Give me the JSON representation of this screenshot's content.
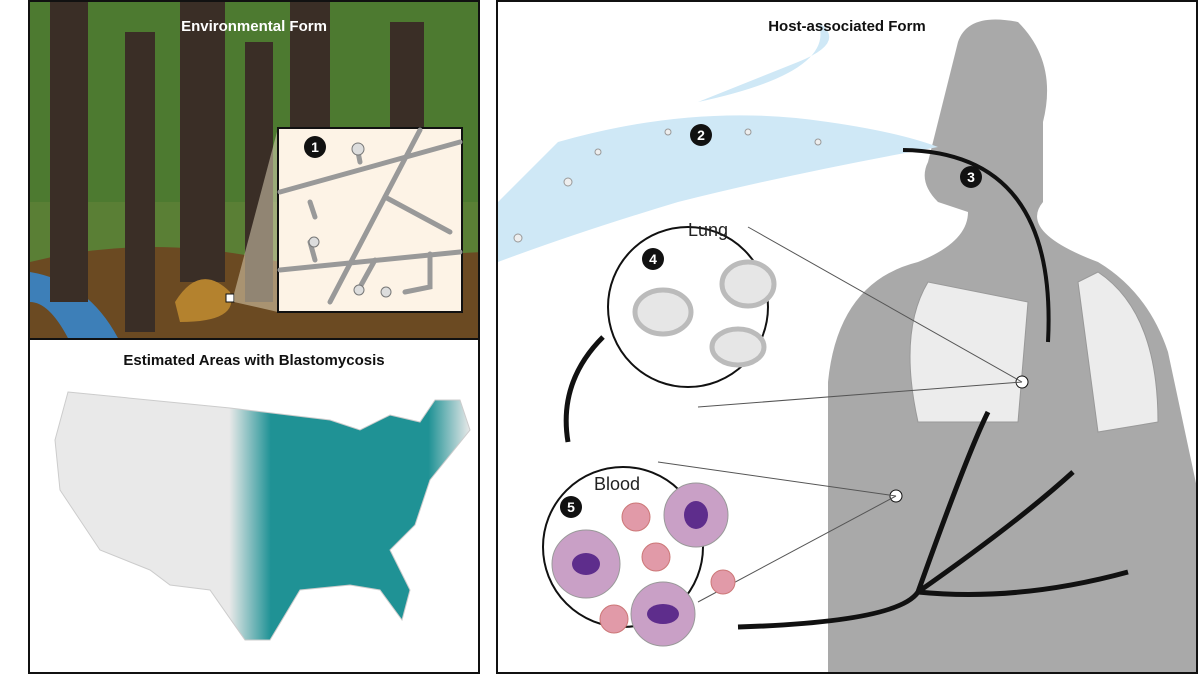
{
  "environmental": {
    "title": "Environmental Form",
    "step": "1"
  },
  "map": {
    "title": "Estimated Areas with Blastomycosis",
    "colors": {
      "endemic": "#1f9295",
      "other": "#e9e9e9"
    }
  },
  "host": {
    "title": "Host-associated Form",
    "steps": {
      "inhale": "2",
      "airway": "3",
      "lung": "4",
      "blood": "5"
    },
    "lung_label": "Lung",
    "blood_label": "Blood"
  }
}
